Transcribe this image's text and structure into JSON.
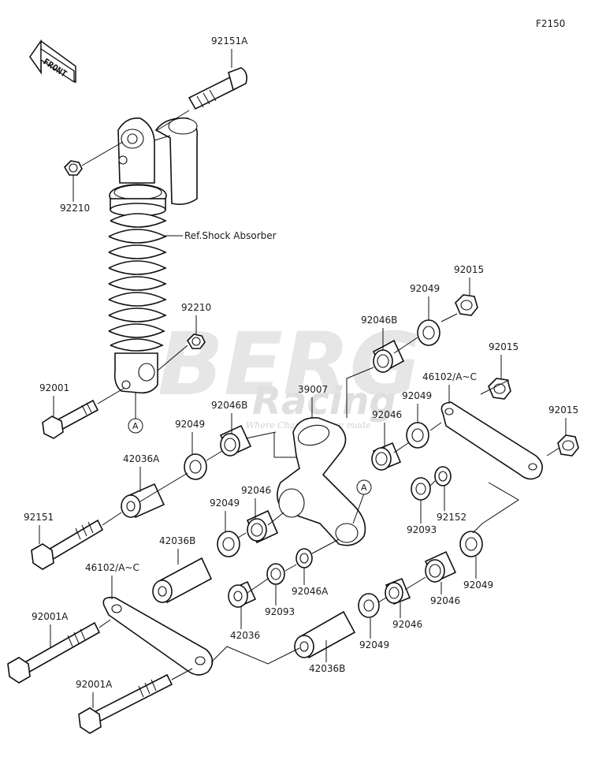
{
  "figure_code": "F2150",
  "front_arrow_label": "FRONT",
  "shock_ref_label": "Ref.Shock Absorber",
  "watermark": {
    "main": "BERG",
    "sub": "Racing",
    "tagline": "Where Champions are made"
  },
  "reference_marks": [
    "A",
    "A"
  ],
  "part_labels": [
    "92151A",
    "92210",
    "92210",
    "92001",
    "92046B",
    "92049",
    "92015",
    "92015",
    "46102/A~C",
    "92049",
    "39007",
    "92046",
    "92015",
    "92046B",
    "92049",
    "42036A",
    "92151",
    "92049",
    "92046",
    "92093",
    "92152",
    "42036B",
    "46102/A~C",
    "92046A",
    "92093",
    "92049",
    "92046",
    "42036",
    "92001A",
    "92046",
    "92049",
    "42036B",
    "92001A"
  ],
  "colors": {
    "line": "#111111",
    "watermark": "#d9d9d9",
    "background": "#ffffff"
  }
}
